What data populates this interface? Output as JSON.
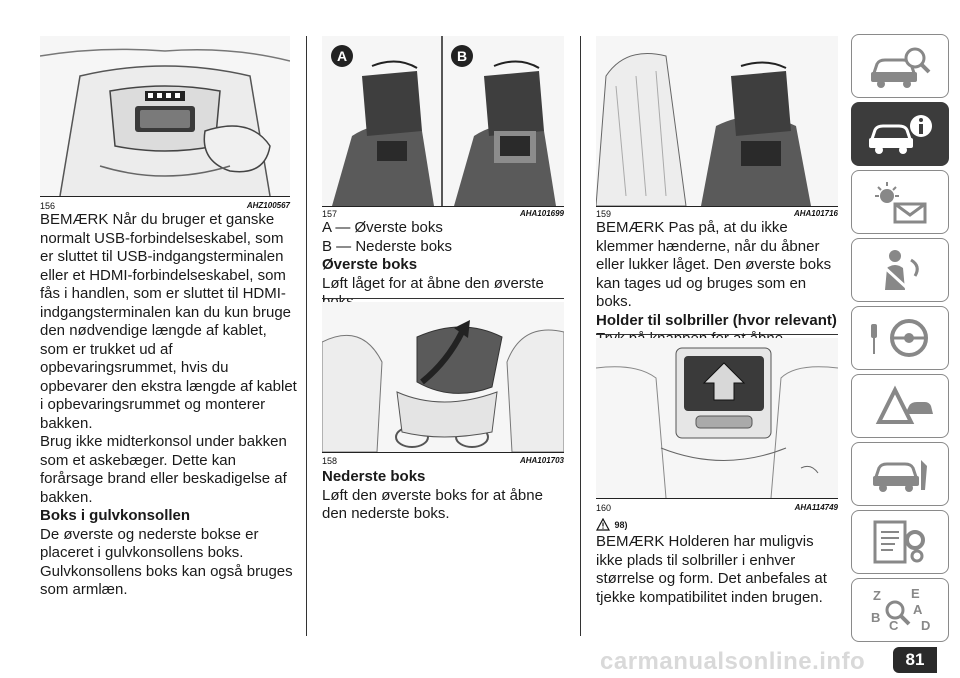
{
  "column1": {
    "figure": {
      "number": "156",
      "code": "AHZ100567"
    },
    "paragraphs": [
      "BEMÆRK Når du bruger et ganske normalt USB-forbindelseskabel, som er sluttet til USB-indgangsterminalen eller et HDMI-forbindelseskabel, som fås i handlen, som er sluttet til HDMI-indgangsterminalen kan du kun bruge den nødvendige længde af kablet, som er trukket ud af opbevaringsrummet, hvis du opbevarer den ekstra længde af kablet i opbevaringsrummet og monterer bakken.",
      "Brug ikke midterkonsol under bakken som et askebæger. Dette kan forårsage brand eller beskadigelse af bakken."
    ],
    "heading": "Boks i gulvkonsollen",
    "paragraphs2": [
      "De øverste og nederste bokse er placeret i gulvkonsollens boks. Gulvkonsollens boks kan også bruges som armlæn."
    ]
  },
  "column2": {
    "figure1": {
      "number": "157",
      "code": "AHA101699",
      "label_a": "A",
      "label_b": "B"
    },
    "legend": [
      "A — Øverste boks",
      "B — Nederste boks"
    ],
    "heading1": "Øverste boks",
    "text1": "Løft låget for at åbne den øverste boks.",
    "figure2": {
      "number": "158",
      "code": "AHA101703"
    },
    "heading2": "Nederste boks",
    "text2": "Løft den øverste boks for at åbne den nederste boks."
  },
  "column3": {
    "figure1": {
      "number": "159",
      "code": "AHA101716"
    },
    "text1": "BEMÆRK Pas på, at du ikke klemmer hænderne, når du åbner eller lukker låget. Den øverste boks kan tages ud og bruges som en boks.",
    "heading": "Holder til solbriller (hvor relevant)",
    "text2": "Tryk på knappen for at åbne",
    "figure2": {
      "number": "160",
      "code": "AHA114749"
    },
    "warning_ref": "98)",
    "text3": "BEMÆRK Holderen har muligvis ikke plads til solbriller i enhver størrelse og form. Det anbefales at tjekke kompatibilitet inden brugen."
  },
  "sidebar": {
    "tabs": [
      {
        "icon": "car-search-icon",
        "active": false
      },
      {
        "icon": "car-info-icon",
        "active": true
      },
      {
        "icon": "warning-lights-icon",
        "active": false
      },
      {
        "icon": "seatbelt-airbag-icon",
        "active": false
      },
      {
        "icon": "steering-wheel-key-icon",
        "active": false
      },
      {
        "icon": "car-breakdown-icon",
        "active": false
      },
      {
        "icon": "car-service-icon",
        "active": false
      },
      {
        "icon": "technical-data-icon",
        "active": false
      },
      {
        "icon": "alphabetical-index-icon",
        "active": false
      }
    ],
    "index_letters": [
      "Z",
      "E",
      "A",
      "B",
      "C",
      "D"
    ]
  },
  "page_number": "81",
  "watermark": "carmanualsonline.info"
}
